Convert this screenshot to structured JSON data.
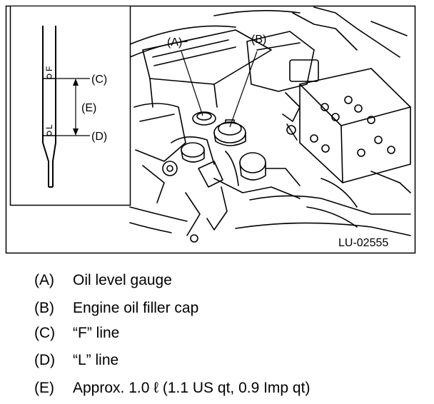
{
  "figure": {
    "code": "LU-02555",
    "callouts": {
      "a": "(A)",
      "b": "(B)",
      "c": "(C)",
      "d": "(D)",
      "e": "(E)"
    },
    "dipstick_marks": {
      "f": "F",
      "l": "L"
    }
  },
  "legend": [
    {
      "key": "(A)",
      "text": "Oil level gauge"
    },
    {
      "key": "(B)",
      "text": "Engine oil filler cap"
    },
    {
      "key": "(C)",
      "text": "“F” line"
    },
    {
      "key": "(D)",
      "text": "“L” line"
    },
    {
      "key": "(E)",
      "text": "Approx. 1.0 ℓ (1.1 US qt, 0.9 Imp qt)"
    }
  ]
}
